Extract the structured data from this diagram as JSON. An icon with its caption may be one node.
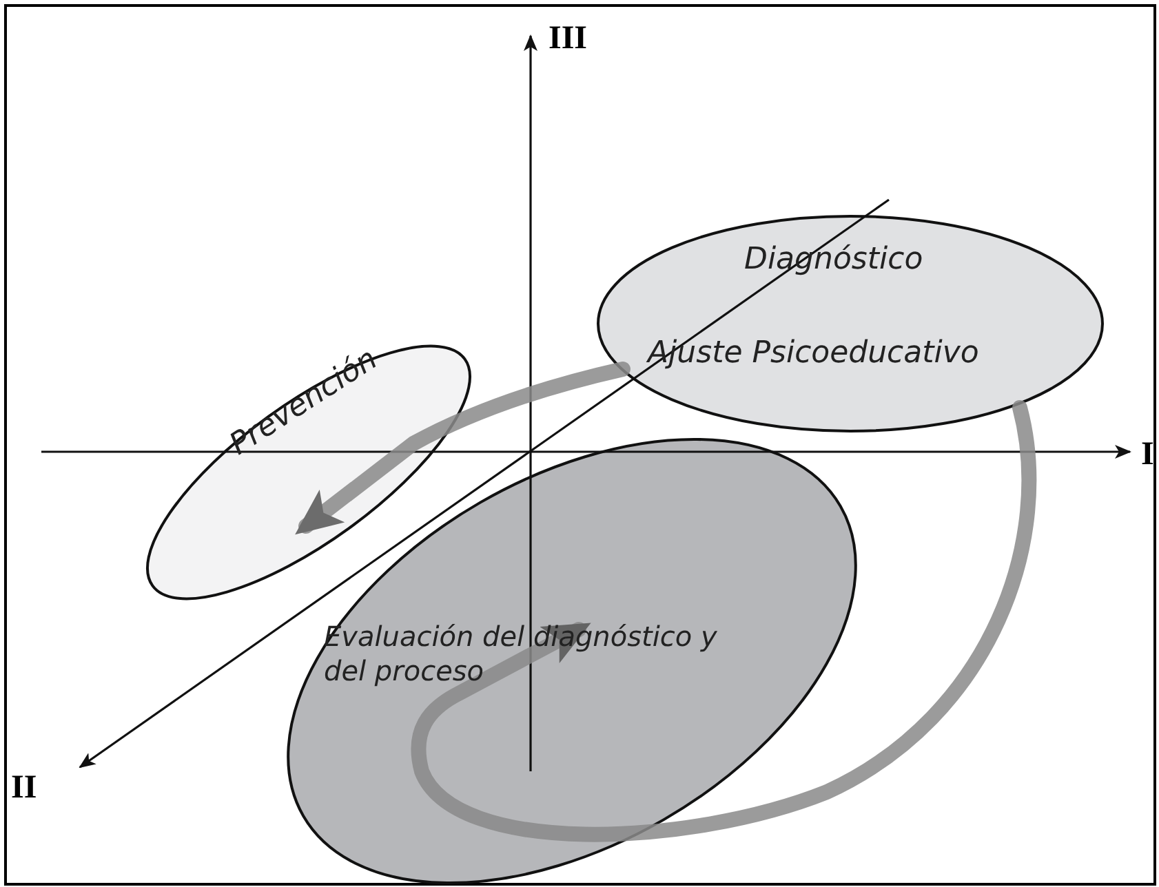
{
  "diagram": {
    "nodes": [
      {
        "text": [
          "Diagnóstico",
          "Ajuste Psicoeducativo"
        ]
      },
      {
        "text": [
          "Prevención"
        ]
      },
      {
        "text": [
          "Evaluación del diagnóstico y del proceso"
        ]
      }
    ],
    "edges": [
      {
        "from": 0,
        "to": 2,
        "arrow": "to"
      },
      {
        "from": 0,
        "to": 1,
        "arrow": "to"
      }
    ],
    "labels": [
      "III",
      "I",
      "II"
    ]
  }
}
